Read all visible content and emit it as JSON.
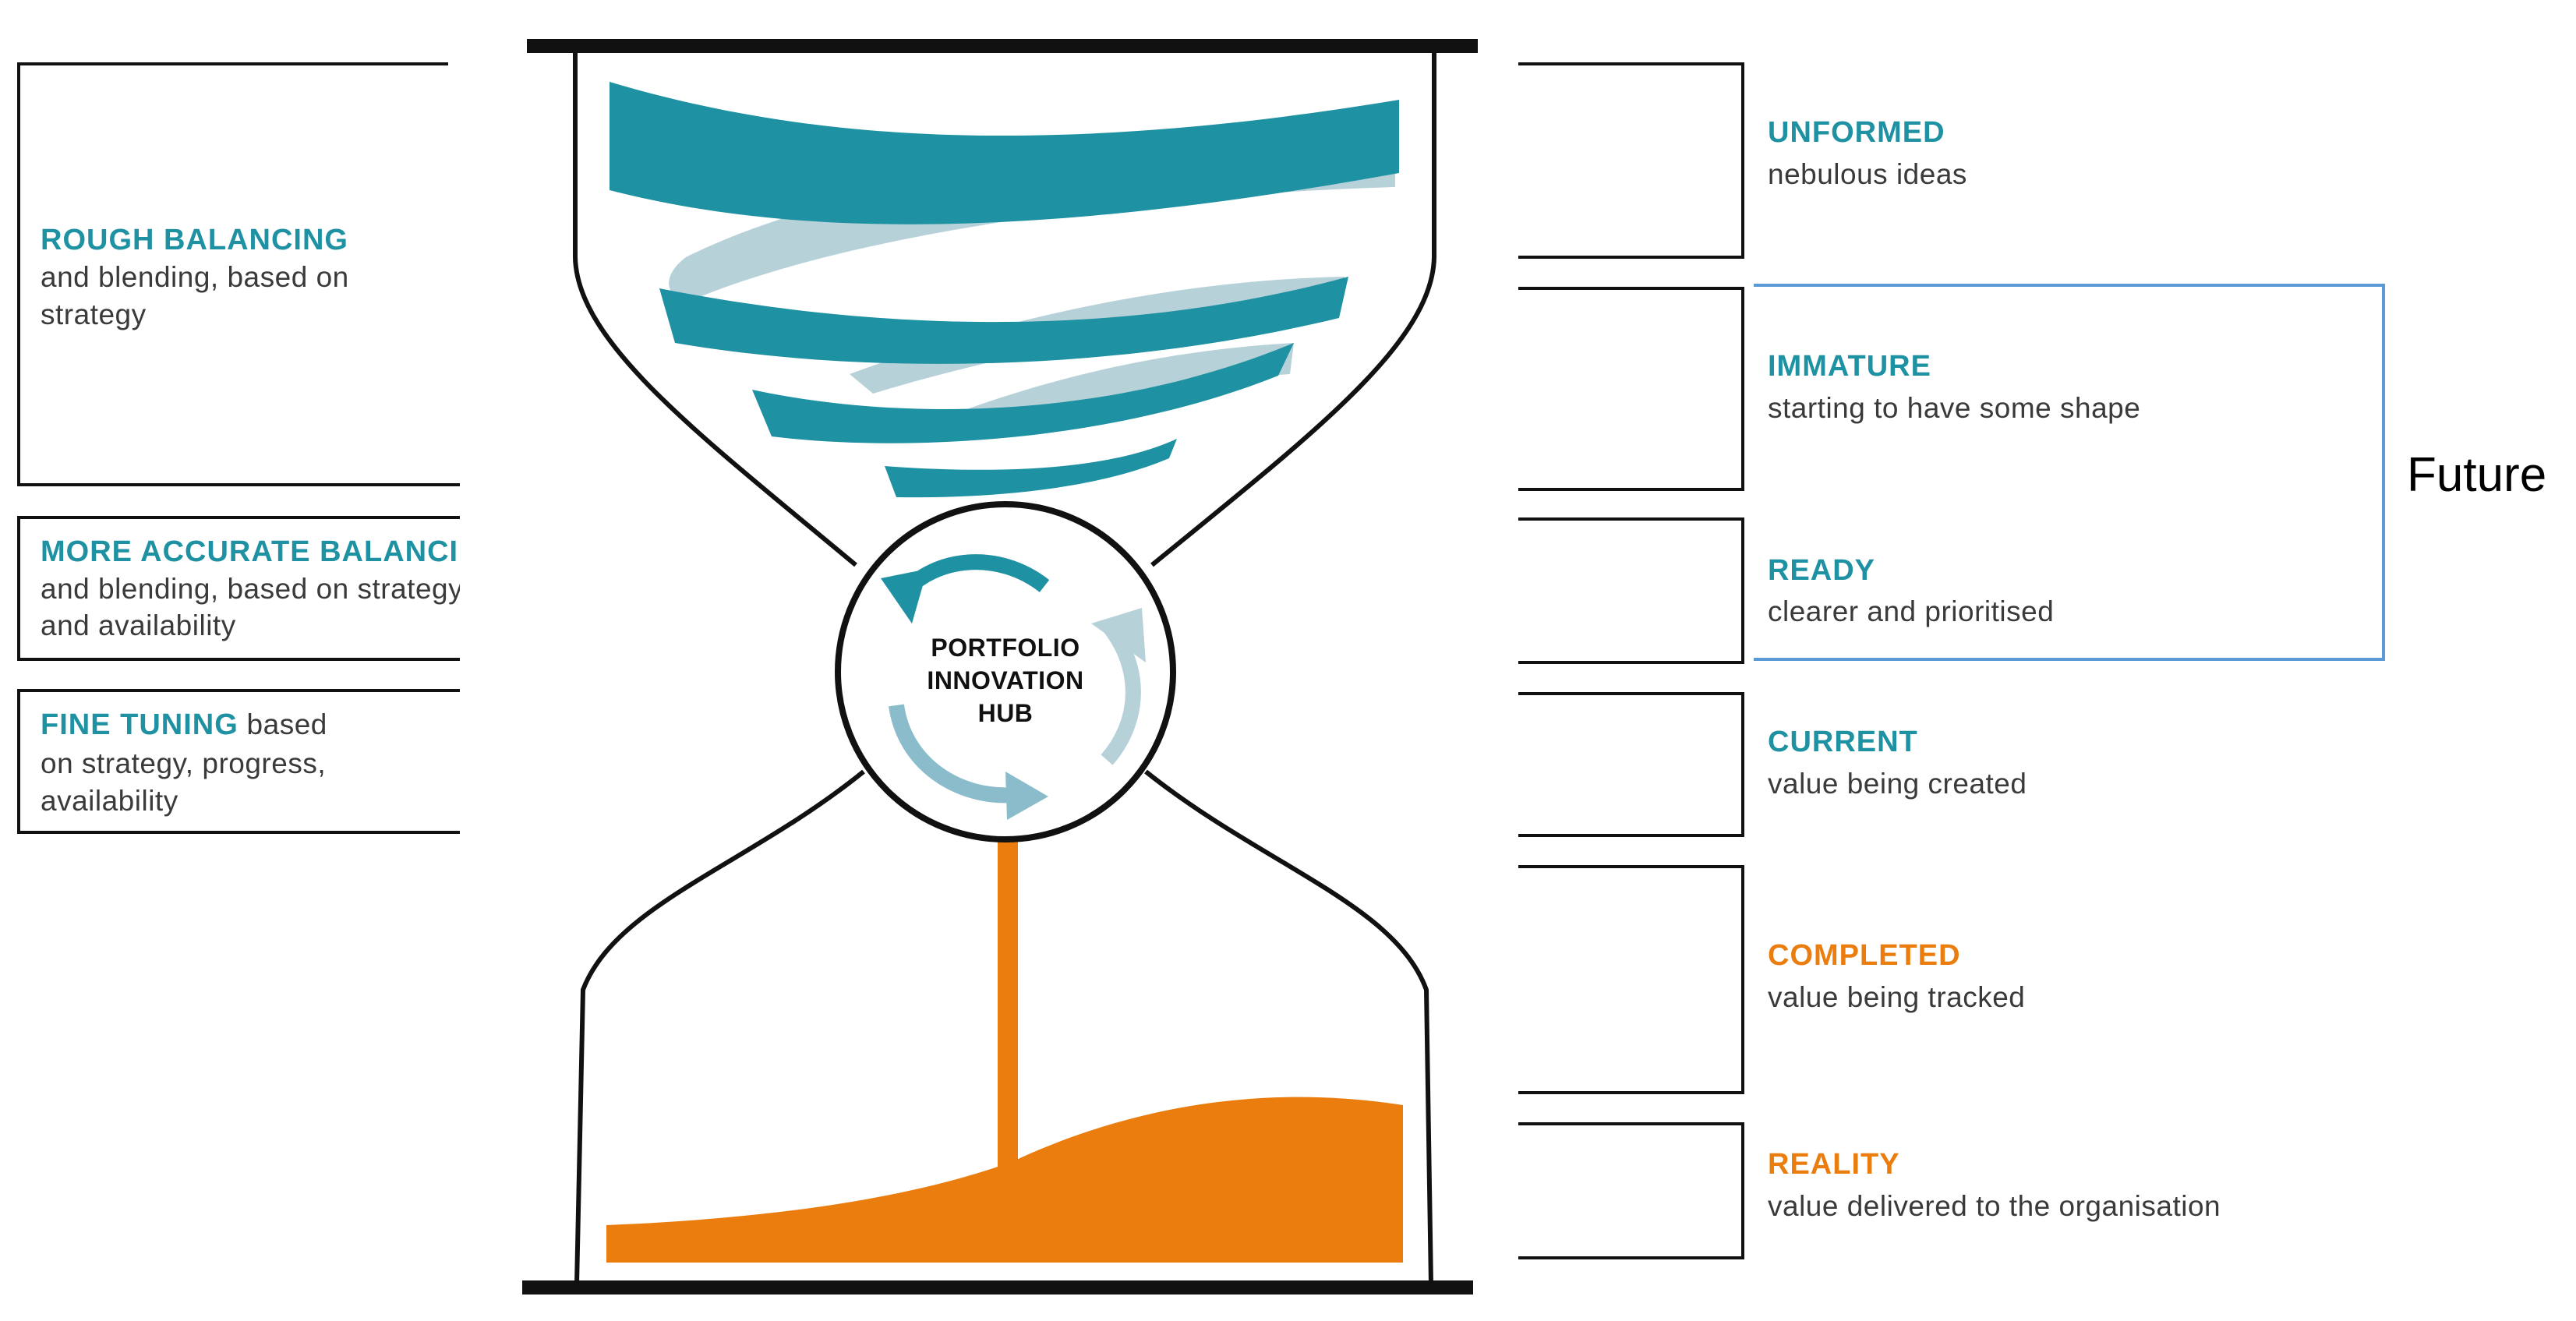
{
  "colors": {
    "teal": "#1E91A2",
    "teal_light": "#B7D1D9",
    "orange": "#EA7D0E",
    "bracket_blue": "#5B9BD5",
    "outline": "#111111"
  },
  "left_stages": [
    {
      "head": "ROUGH BALANCING",
      "rest": "",
      "lines": [
        "and blending, based on",
        "strategy"
      ]
    },
    {
      "head": "MORE ACCURATE BALANCING",
      "rest": "",
      "lines": [
        "and blending, based on strategy",
        "and availability"
      ]
    },
    {
      "head": "FINE TUNING",
      "rest": " based",
      "lines": [
        "on strategy, progress,",
        "availability"
      ]
    }
  ],
  "right_stages": [
    {
      "head": "UNFORMED",
      "desc": "nebulous ideas",
      "tone": "teal"
    },
    {
      "head": "IMMATURE",
      "desc": "starting to have some shape",
      "tone": "teal"
    },
    {
      "head": "READY",
      "desc": "clearer and prioritised",
      "tone": "teal"
    },
    {
      "head": "CURRENT",
      "desc": "value being created",
      "tone": "teal"
    },
    {
      "head": "COMPLETED",
      "desc": "value being tracked",
      "tone": "orange"
    },
    {
      "head": "REALITY",
      "desc": "value delivered to the organisation",
      "tone": "orange"
    }
  ],
  "hub": {
    "lines": [
      "PORTFOLIO",
      "INNOVATION",
      "HUB"
    ]
  },
  "future_label": "Future",
  "icons": {
    "hub_cycle": "cycle-arrows-icon"
  }
}
